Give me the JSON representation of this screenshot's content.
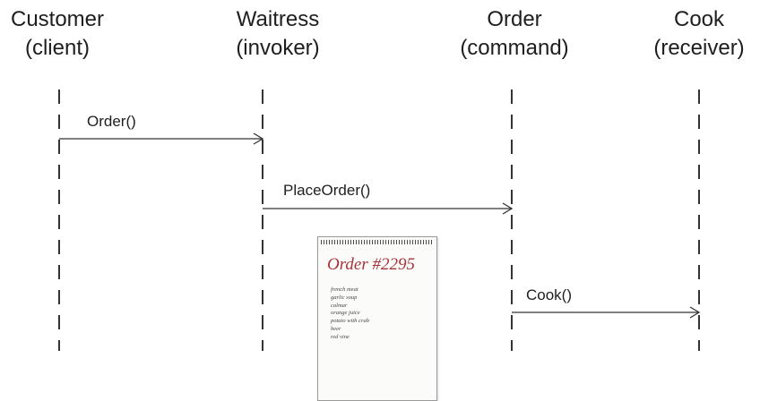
{
  "participants": [
    {
      "name": "Customer",
      "role": "(client)"
    },
    {
      "name": "Waitress",
      "role": "(invoker)"
    },
    {
      "name": "Order",
      "role": "(command)"
    },
    {
      "name": "Cook",
      "role": "(receiver)"
    }
  ],
  "messages": [
    {
      "label": "Order()",
      "from": "Customer",
      "to": "Waitress"
    },
    {
      "label": "PlaceOrder()",
      "from": "Waitress",
      "to": "Order"
    },
    {
      "label": "Cook()",
      "from": "Order",
      "to": "Cook"
    }
  ],
  "order_note": {
    "title": "Order #2295",
    "items": [
      "french meat",
      "garlic soup",
      "calmar",
      "orange juice",
      "potato with crab",
      "beer",
      "red vine"
    ]
  },
  "colors": {
    "line": "#333333",
    "note_title": "#a8323a"
  }
}
